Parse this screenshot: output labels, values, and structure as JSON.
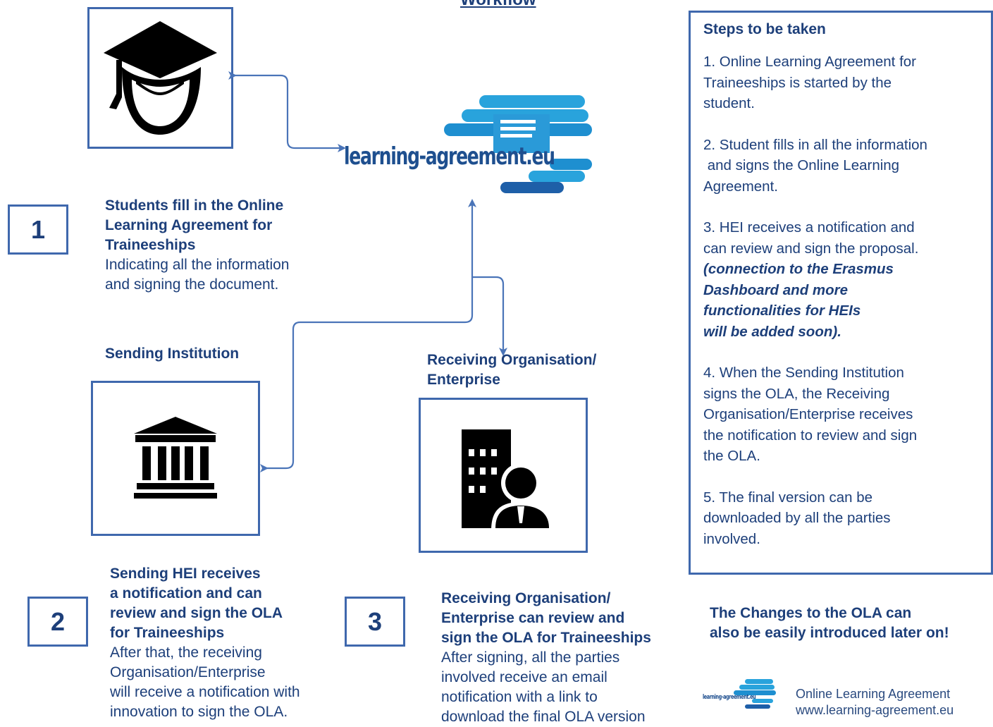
{
  "title": "Workflow",
  "logo": {
    "text": "learning-agreement.eu"
  },
  "labels": {
    "sending_institution": "Sending Institution",
    "receiving_org_line1": "Receiving Organisation/",
    "receiving_org_line2": "Enterprise"
  },
  "numbers": {
    "n1": "1",
    "n2": "2",
    "n3": "3"
  },
  "stage1": {
    "bold_lines": [
      "Students fill in the Online",
      "Learning Agreement for",
      "Traineeships"
    ],
    "normal_lines": [
      "Indicating all the information",
      "and signing the document."
    ]
  },
  "stage2": {
    "bold_lines": [
      "Sending HEI receives",
      "a notification and can",
      "review and sign the OLA",
      "for Traineeships"
    ],
    "normal_lines": [
      "After that, the receiving",
      "Organisation/Enterprise",
      "will receive a notification with",
      "innovation to sign the OLA."
    ]
  },
  "stage3": {
    "bold_lines": [
      "Receiving Organisation/",
      "Enterprise can review and",
      "sign the OLA for Traineeships"
    ],
    "normal_lines": [
      "After signing, all the parties",
      "involved receive an email",
      "notification with a link to",
      "download the final OLA version"
    ]
  },
  "steps": {
    "title": "Steps to be taken",
    "s1": [
      "1. Online Learning Agreement for",
      "Traineeships is started by the",
      "student."
    ],
    "s2": [
      "2. Student fills in all the information",
      " and signs the Online Learning",
      "Agreement."
    ],
    "s3": [
      "3. HEI receives a notification and",
      "can review and sign the proposal."
    ],
    "s3_italic": [
      "(connection to the Erasmus",
      "Dashboard and more",
      "functionalities for HEIs",
      "will be added soon)."
    ],
    "s4": [
      "4. When the Sending Institution",
      "signs the OLA, the Receiving",
      "Organisation/Enterprise receives",
      "the notification to review and sign",
      "the OLA."
    ],
    "s5": [
      "5. The final version can be",
      "downloaded by all the parties",
      "involved."
    ]
  },
  "changes": [
    "The Changes to the OLA can",
    "also be easily introduced later on!"
  ],
  "footer": {
    "line1": "Online Learning Agreement",
    "line2": "www.learning-agreement.eu",
    "mini_logo_text": "learning-agreement.eu"
  },
  "colors": {
    "primary": "#1d3f7a",
    "border": "#3f68ad",
    "logo_cyan": "#29a3dc",
    "logo_blue": "#1e5fa8",
    "arrow": "#4a74b8"
  }
}
